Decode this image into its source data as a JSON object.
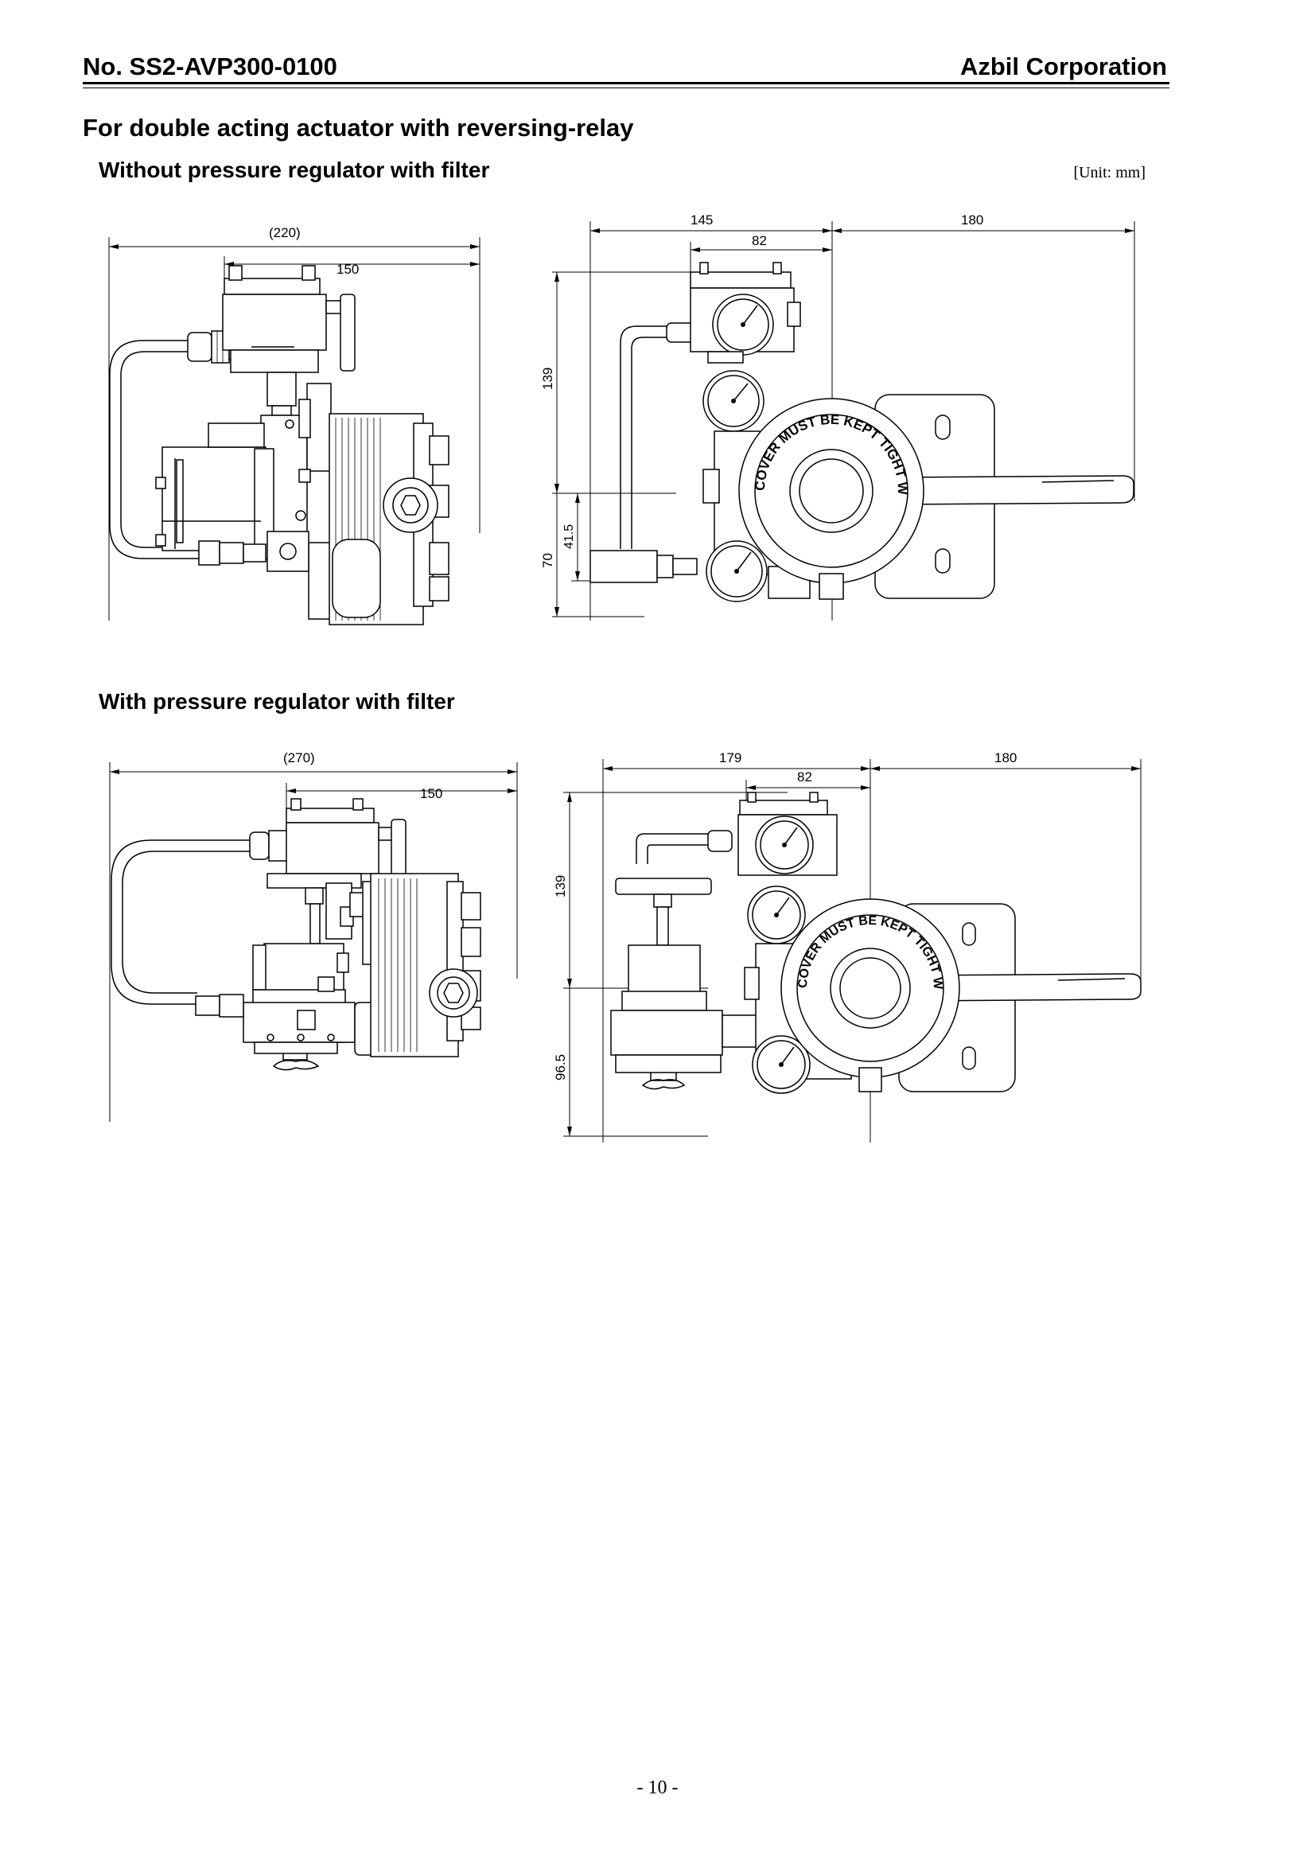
{
  "header": {
    "doc_number": "No. SS2-AVP300-0100",
    "company": "Azbil Corporation"
  },
  "title": "For double acting actuator with reversing-relay",
  "unit_note": "[Unit: mm]",
  "sections": [
    {
      "heading": "Without pressure regulator with filter",
      "side_view": {
        "overall_width": "(220)",
        "width_150": "150"
      },
      "front_view": {
        "width_145": "145",
        "width_82": "82",
        "width_180": "180",
        "height_139": "139",
        "height_41_5": "41.5",
        "height_70": "70",
        "cover_text": "COVER MUST BE KEPT TIGHT WHILE CIRCUITS ARE ALIVE"
      }
    },
    {
      "heading": "With pressure regulator with filter",
      "side_view": {
        "overall_width": "(270)",
        "width_150": "150"
      },
      "front_view": {
        "width_179": "179",
        "width_82": "82",
        "width_180": "180",
        "height_139": "139",
        "height_96_5": "96.5",
        "cover_text": "COVER MUST BE KEPT TIGHT WHILE CIRCUITS ARE ALIVE"
      }
    }
  ],
  "page_number": "- 10 -"
}
